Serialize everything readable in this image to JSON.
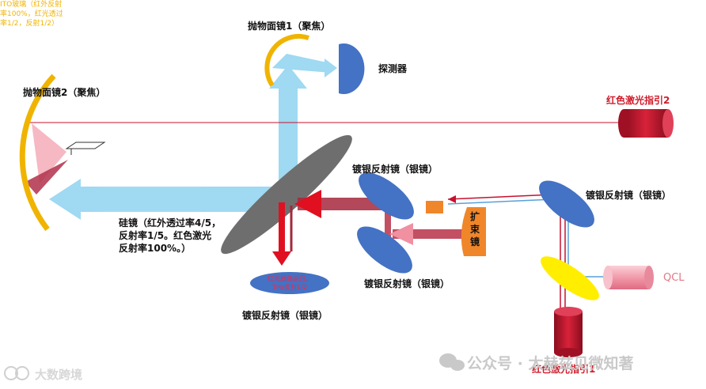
{
  "labels": {
    "parabolic_mirror_1": "抛物面镜1（聚焦）",
    "parabolic_mirror_2": "抛物面镜2（聚焦）",
    "detector": "探测器",
    "red_laser_2": "红色激光指引2",
    "red_laser_1": "红色激光指引1",
    "silicon_mirror": "硅镜（红外透过率4/5，\n反射率1/5。红色激光\n反射率100%。）",
    "silver_mirror_top": "镀银反射镜（银镜）",
    "silver_mirror_middle": "镀银反射镜（银镜）",
    "silver_mirror_right": "镀银反射镜（银镜）",
    "silver_mirror_bottom": "镀银反射镜（银镜）",
    "bottom_mirror_note": "红光原路返回，\nTHz反射1/2",
    "beam_expander": "扩\n束\n镜",
    "qcl": "QCL",
    "ito_glass": "ITO玻璃（红外反射\n率100%，红光透过\n率1/2，反射1/2）"
  },
  "watermark": {
    "brand": "公众号 · 太赫兹见微知著",
    "corner": "大数跨境"
  },
  "colors": {
    "thz_beam": "#8fd3f0",
    "mirror_blue": "#4472c4",
    "parabolic_gold": "#f0b400",
    "red_laser": "#c8102e",
    "silicon_mirror": "#6e6e6e",
    "qcl_pink": "#f4a6b4",
    "ito_yellow": "#ffee00",
    "expander_orange": "#f0862a"
  }
}
